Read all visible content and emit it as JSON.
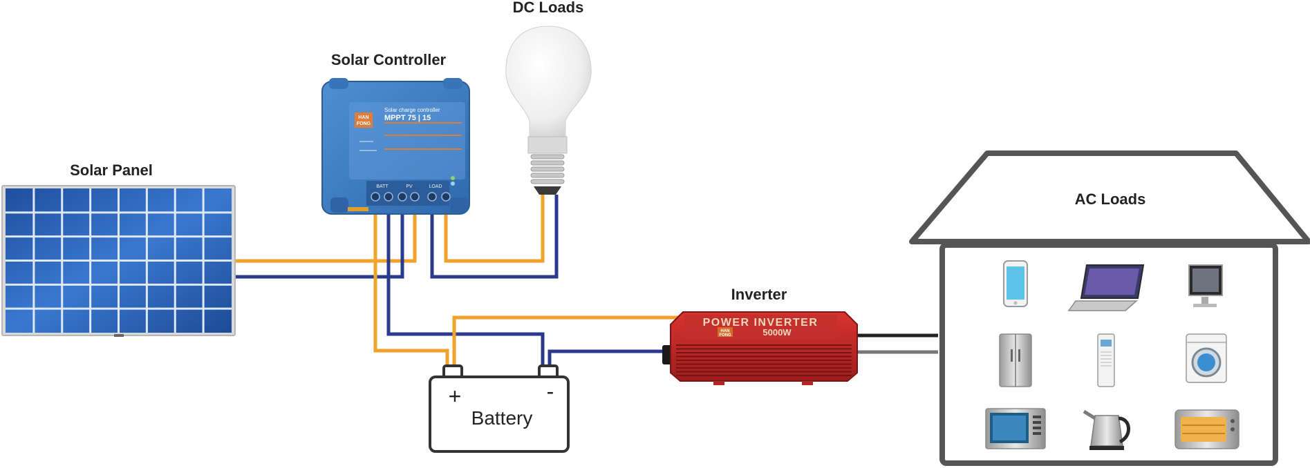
{
  "labels": {
    "dc_loads": "DC Loads",
    "solar_controller": "Solar  Controller",
    "solar_panel": "Solar Panel",
    "ac_loads": "AC Loads",
    "inverter": "Inverter",
    "battery": "Battery",
    "battery_plus": "+",
    "battery_minus": "-"
  },
  "controller": {
    "brand_line1": "HAN",
    "brand_line2": "FONG",
    "title": "Solar charge controller",
    "model": "MPPT 75 | 15",
    "terminal_batt": "BATT",
    "terminal_pv": "PV",
    "terminal_load": "LOAD"
  },
  "inverter": {
    "brand_line1": "HAN",
    "brand_line2": "FONG",
    "title": "POWER INVERTER",
    "rating": "5000W"
  },
  "ac_appliances": [
    {
      "icon": "smartphone-icon"
    },
    {
      "icon": "laptop-icon"
    },
    {
      "icon": "monitor-icon"
    },
    {
      "icon": "refrigerator-icon"
    },
    {
      "icon": "air-conditioner-icon"
    },
    {
      "icon": "washing-machine-icon"
    },
    {
      "icon": "microwave-icon"
    },
    {
      "icon": "kettle-icon"
    },
    {
      "icon": "toaster-oven-icon"
    }
  ],
  "colors": {
    "positive_wire": "#f0a22a",
    "negative_wire": "#2b3a8c",
    "panel_blue": "#2a63c0",
    "controller_blue": "#3d7fc4",
    "inverter_red": "#c0282a",
    "outline": "#555555"
  }
}
